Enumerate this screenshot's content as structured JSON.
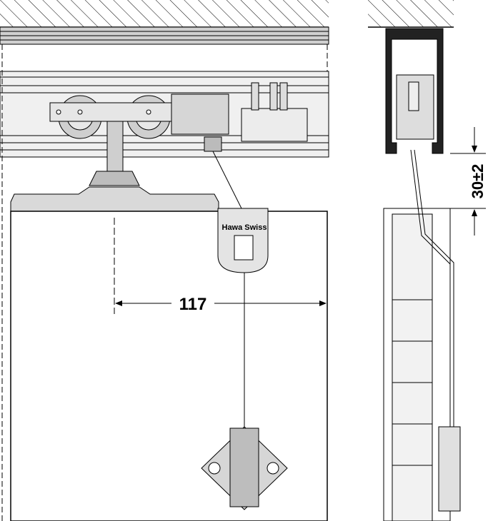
{
  "drawing": {
    "brand_label": "Hawa Swiss",
    "dimension_width": "117",
    "dimension_height": "30±2"
  },
  "colors": {
    "line": "#000000",
    "part_fill": "#d9d9d9",
    "part_light": "#ededed",
    "part_dark": "#a8a8a8"
  }
}
